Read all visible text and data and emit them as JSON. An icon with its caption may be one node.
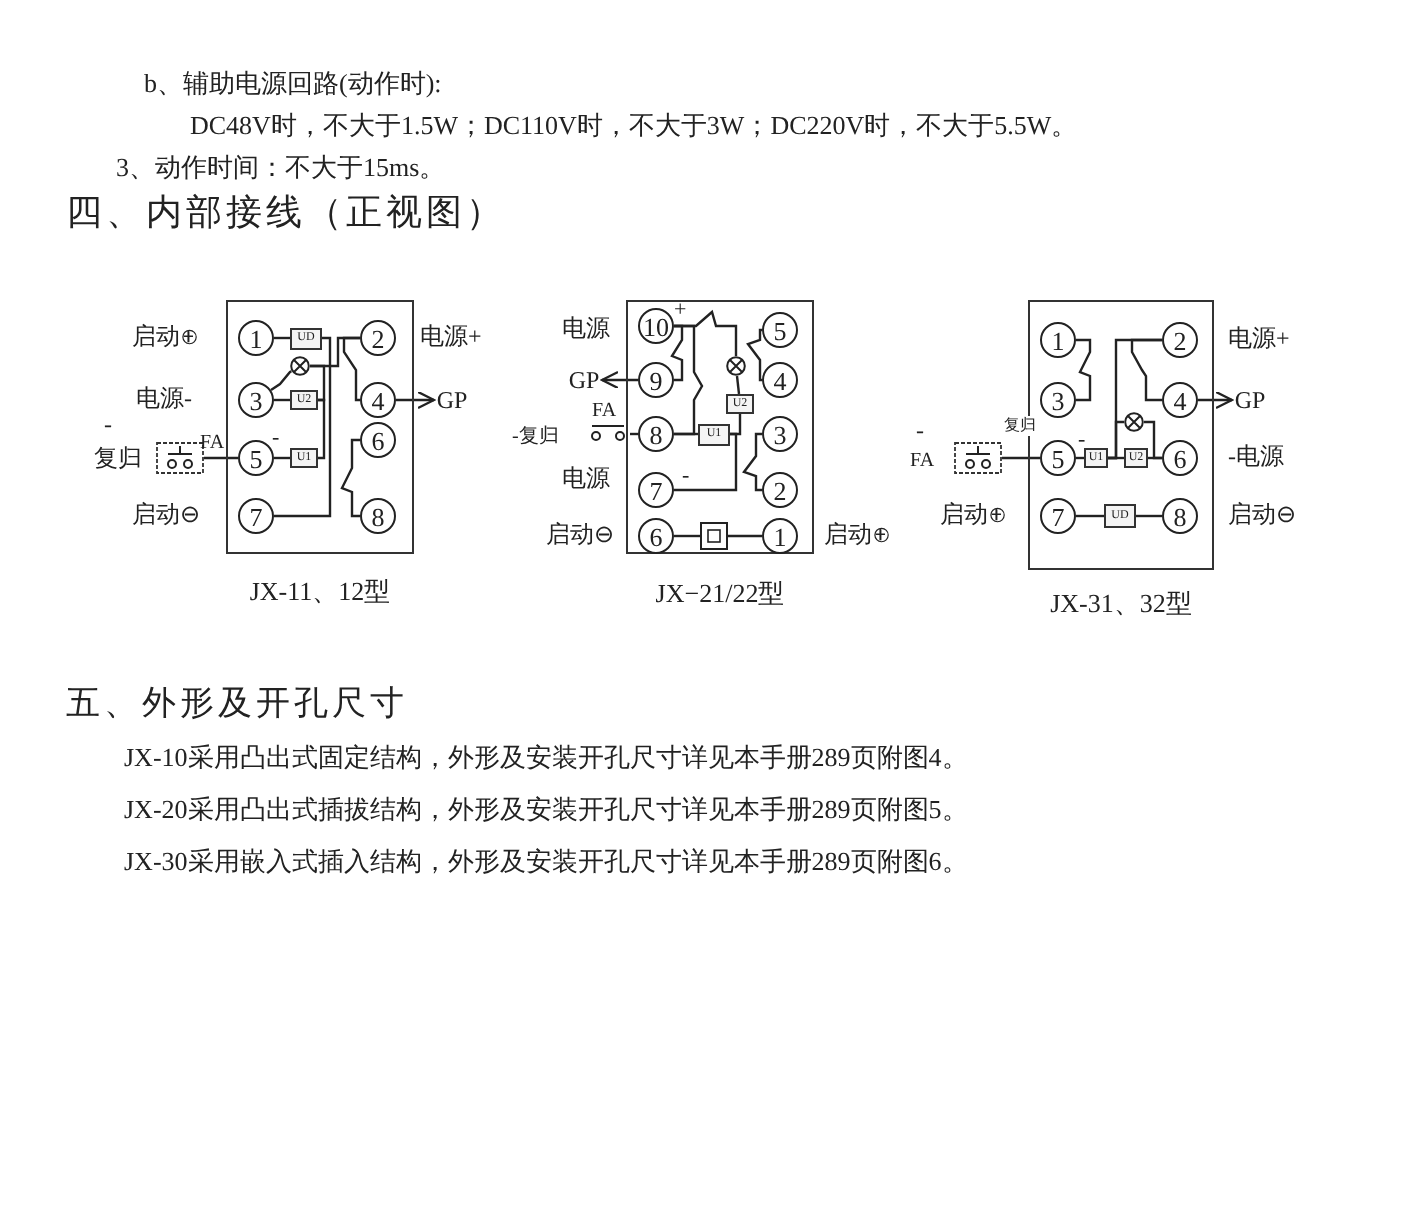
{
  "diagram": {
    "nodes": [
      {
        "text": [
          "JX-11、12型"
        ]
      },
      {
        "text": [
          "1"
        ],
        "in": 0
      },
      {
        "text": [
          "2"
        ],
        "in": 0
      },
      {
        "text": [
          "3"
        ],
        "in": 0
      },
      {
        "text": [
          "4"
        ],
        "in": 0
      },
      {
        "text": [
          "5"
        ],
        "in": 0
      },
      {
        "text": [
          "6"
        ],
        "in": 0
      },
      {
        "text": [
          "7"
        ],
        "in": 0
      },
      {
        "text": [
          "8"
        ],
        "in": 0
      },
      {
        "text": [
          "UD"
        ],
        "in": 0
      },
      {
        "text": [
          "U2"
        ],
        "in": 0
      },
      {
        "text": [
          "U1"
        ],
        "in": 0
      },
      {
        "text": [],
        "shape": "circle",
        "in": 0
      },
      {
        "text": [],
        "shape": "picture",
        "beside": [
          "复归"
        ]
      },
      {
        "text": [
          "GP"
        ]
      },
      {
        "text": [
          "JX−21/22型"
        ]
      },
      {
        "text": [
          "10"
        ],
        "in": 15
      },
      {
        "text": [
          "9"
        ],
        "in": 15
      },
      {
        "text": [
          "8"
        ],
        "in": 15
      },
      {
        "text": [
          "7"
        ],
        "in": 15
      },
      {
        "text": [
          "6"
        ],
        "in": 15
      },
      {
        "text": [
          "5"
        ],
        "in": 15
      },
      {
        "text": [
          "4"
        ],
        "in": 15
      },
      {
        "text": [
          "3"
        ],
        "in": 15
      },
      {
        "text": [
          "2"
        ],
        "in": 15
      },
      {
        "text": [
          "1"
        ],
        "in": 15
      },
      {
        "text": [],
        "shape": "circle",
        "in": 15
      },
      {
        "text": [
          "U2"
        ],
        "in": 15
      },
      {
        "text": [
          "U1"
        ],
        "in": 15
      },
      {
        "text": [],
        "shape": "box",
        "in": 15
      },
      {
        "text": [],
        "shape": "picture",
        "beside": [
          "-复归"
        ]
      },
      {
        "text": [
          "GP"
        ]
      },
      {
        "text": [
          "JX-31、32型"
        ]
      },
      {
        "text": [
          "1"
        ],
        "in": 32
      },
      {
        "text": [
          "2"
        ],
        "in": 32
      },
      {
        "text": [
          "3"
        ],
        "in": 32
      },
      {
        "text": [
          "4"
        ],
        "in": 32
      },
      {
        "text": [
          "5"
        ],
        "in": 32
      },
      {
        "text": [
          "6"
        ],
        "in": 32
      },
      {
        "text": [
          "7"
        ],
        "in": 32
      },
      {
        "text": [
          "8"
        ],
        "in": 32
      },
      {
        "text": [],
        "shape": "circle",
        "in": 32
      },
      {
        "text": [
          "U1"
        ],
        "in": 32
      },
      {
        "text": [
          "U2"
        ],
        "in": 32
      },
      {
        "text": [
          "UD"
        ],
        "in": 32
      },
      {
        "text": [],
        "shape": "picture",
        "beside": [
          "复归"
        ]
      },
      {
        "text": [
          "GP"
        ]
      }
    ],
    "edges": [
      {
        "from": 1,
        "to": 9,
        "arrow": "none"
      },
      {
        "from": 3,
        "to": 10,
        "arrow": "none"
      },
      {
        "from": 5,
        "to": 11,
        "arrow": "none"
      },
      {
        "from": 13,
        "to": 5,
        "arrow": "none"
      },
      {
        "from": 4,
        "to": 14,
        "arrow": "to"
      },
      {
        "from": 6,
        "to": 8,
        "arrow": "none"
      },
      {
        "from": 2,
        "to": 4,
        "arrow": "none"
      },
      {
        "from": 7,
        "to": 9,
        "arrow": "none"
      },
      {
        "from": 11,
        "to": 10,
        "arrow": "none"
      },
      {
        "from": 10,
        "to": 12,
        "arrow": "none"
      },
      {
        "from": 3,
        "to": 12,
        "arrow": "none"
      },
      {
        "from": 12,
        "to": 2,
        "arrow": "none"
      },
      {
        "from": 17,
        "to": 31,
        "arrow": "to"
      },
      {
        "from": 30,
        "to": 18,
        "arrow": "none"
      },
      {
        "from": 18,
        "to": 28,
        "arrow": "none"
      },
      {
        "from": 20,
        "to": 29,
        "arrow": "none"
      },
      {
        "from": 29,
        "to": 25,
        "arrow": "none"
      },
      {
        "from": 16,
        "to": 26,
        "arrow": "none"
      },
      {
        "from": 16,
        "to": 17,
        "arrow": "none"
      },
      {
        "from": 27,
        "to": 26,
        "arrow": "none"
      },
      {
        "from": 28,
        "to": 27,
        "arrow": "none"
      },
      {
        "from": 19,
        "to": 28,
        "arrow": "none"
      },
      {
        "from": 22,
        "to": 21,
        "arrow": "none"
      },
      {
        "from": 23,
        "to": 24,
        "arrow": "none"
      },
      {
        "from": 16,
        "to": 18,
        "arrow": "none"
      },
      {
        "from": 33,
        "to": 35,
        "arrow": "none"
      },
      {
        "from": 34,
        "to": 36,
        "arrow": "none"
      },
      {
        "from": 36,
        "to": 46,
        "arrow": "to"
      },
      {
        "from": 45,
        "to": 37,
        "arrow": "none"
      },
      {
        "from": 37,
        "to": 42,
        "arrow": "none"
      },
      {
        "from": 42,
        "to": 43,
        "arrow": "none"
      },
      {
        "from": 43,
        "to": 38,
        "arrow": "none"
      },
      {
        "from": 42,
        "to": 34,
        "arrow": "none"
      },
      {
        "from": 41,
        "to": 38,
        "arrow": "none"
      },
      {
        "from": 41,
        "to": 42,
        "arrow": "none"
      },
      {
        "from": 39,
        "to": 44,
        "arrow": "none"
      },
      {
        "from": 44,
        "to": 40,
        "arrow": "none"
      }
    ],
    "labels": [
      "b、辅助电源回路(动作时):",
      "DC48V时，不大于1.5W；DC110V时，不大于3W；DC220V时，不大于5.5W。",
      "3、动作时间：不大于15ms。",
      "四、内部接线（正视图）",
      "启动⊕",
      "电源+",
      "电源-",
      "-",
      "FA",
      "-",
      "启动⊖",
      "电源",
      "+",
      "FA",
      "电源",
      "-",
      "启动⊖",
      "启动⊕",
      "电源+",
      "-",
      "FA",
      "-",
      "-电源",
      "启动⊕",
      "启动⊖",
      "五、外形及开孔尺寸",
      "JX-10采用凸出式固定结构，外形及安装开孔尺寸详见本手册289页附图4。",
      "JX-20采用凸出式插拔结构，外形及安装开孔尺寸详见本手册289页附图5。",
      "JX-30采用嵌入式插入结构，外形及安装开孔尺寸详见本手册289页附图6。"
    ]
  }
}
